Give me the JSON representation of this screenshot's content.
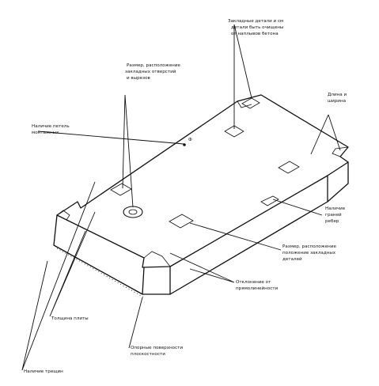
{
  "labels": {
    "embedded_parts": [
      "Закладные детали и см",
      "детали быть очищены",
      "от наплывов бетона"
    ],
    "holes_size": [
      "Размер, расположение",
      "закладных отверстий",
      "и вырезов"
    ],
    "lifting_loops": [
      "Наличие петель",
      "монтажных"
    ],
    "length_width": [
      "Длина и",
      "ширина"
    ],
    "hidden_edge": [
      "Наличие",
      "граней",
      "ребер"
    ],
    "embedded_position": [
      "Размер, расположение",
      "положение закладных",
      "деталей"
    ],
    "deviation": [
      "Отклонение от",
      "прямолинейности"
    ],
    "slab_thickness": [
      "Толщина плиты"
    ],
    "support_surface": [
      "Опорные поверхности",
      "плоскостности"
    ],
    "cracks": [
      "Наличие трещин"
    ]
  }
}
